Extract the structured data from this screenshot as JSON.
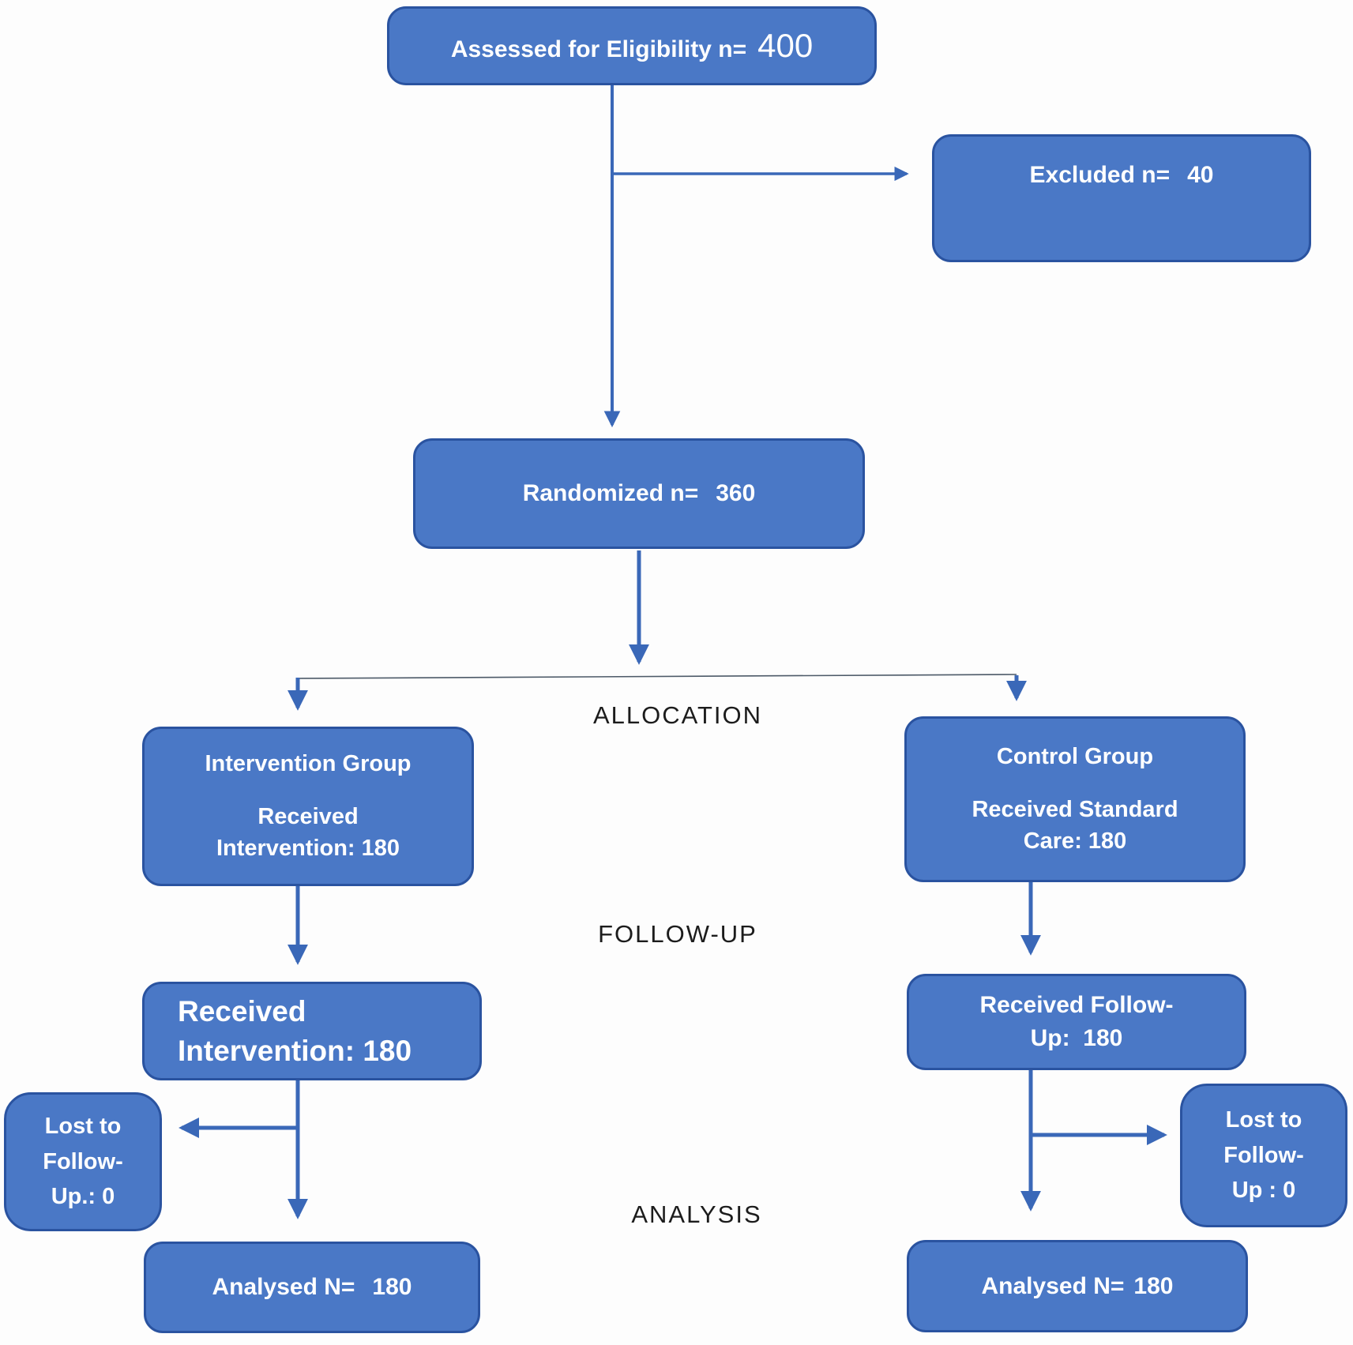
{
  "figure": {
    "stage_labels": {
      "allocation": "ALLOCATION",
      "follow_up": "FOLLOW-UP",
      "analysis": "ANALYSIS"
    },
    "nodes": {
      "assessed": {
        "label": "Assessed for Eligibility n=",
        "value": "400"
      },
      "excluded": {
        "label": "Excluded n=",
        "value": "40"
      },
      "randomized": {
        "label": "Randomized n=",
        "value": "360"
      },
      "intervention_group": {
        "lines": [
          "Intervention Group",
          "Received",
          "Intervention: 180"
        ]
      },
      "control_group": {
        "lines": [
          "Control Group",
          "Received Standard",
          "Care: 180"
        ]
      },
      "received_intervention": {
        "lines": [
          "Received",
          "Intervention: 180"
        ]
      },
      "received_followup": {
        "lines": [
          "Received Follow-",
          "Up:  180"
        ]
      },
      "lost_followup_left": {
        "lines": [
          "Lost to",
          "Follow-",
          "Up.: 0"
        ]
      },
      "lost_followup_right": {
        "lines": [
          "Lost to",
          "Follow-",
          "Up : 0"
        ]
      },
      "analysed_left": {
        "label": "Analysed N=",
        "value": "180"
      },
      "analysed_right": {
        "label": "Analysed N=",
        "value": "180"
      }
    },
    "colors": {
      "box_fill": "#4a78c6",
      "box_border": "#2a53a0",
      "arrow": "#3a68b8",
      "connector_thin": "#4d5a68",
      "box_text": "#ffffff",
      "stage_text": "#1c1c1c",
      "background": "#fdfdfd"
    }
  }
}
